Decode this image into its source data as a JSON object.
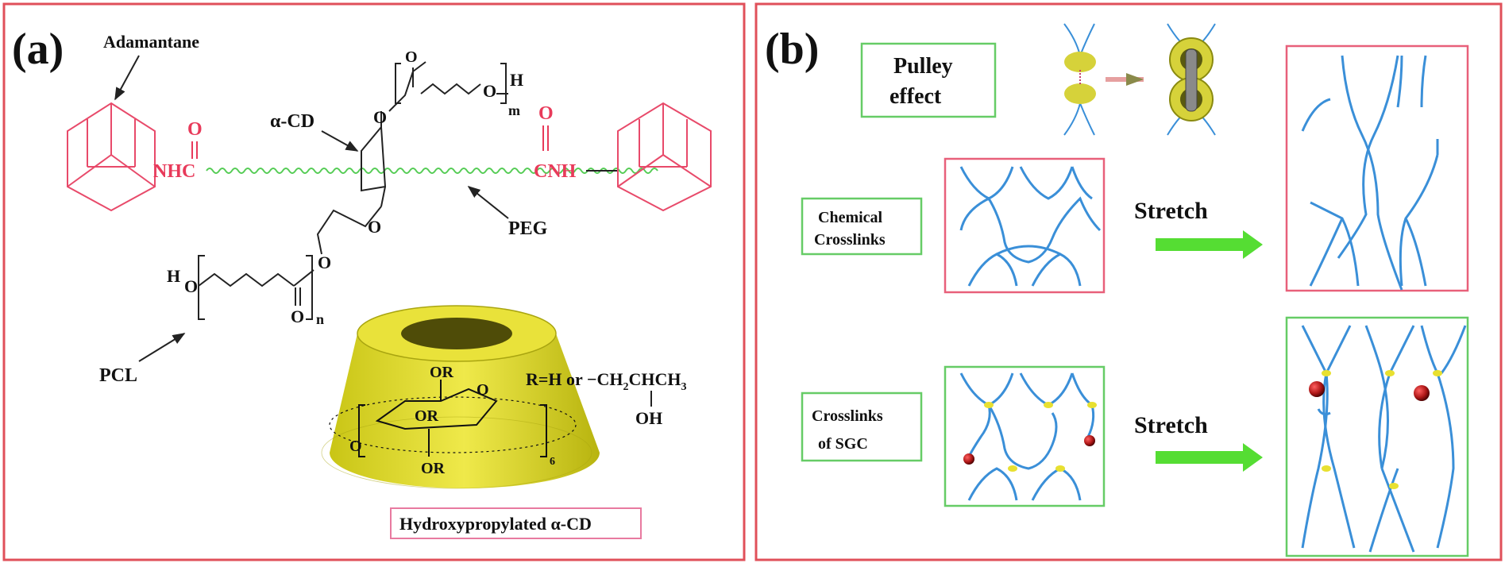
{
  "panel_a": {
    "tag": "(a)",
    "labels": {
      "adamantane": "Adamantane",
      "alpha_cd": "α-CD",
      "peg": "PEG",
      "pcl": "PCL"
    },
    "groups": {
      "nhc": "NHC",
      "cnh": "CNH",
      "o_left": "O",
      "o_right": "O",
      "h_top": "H",
      "m": "m",
      "h_left": "H",
      "n": "n"
    },
    "cd": {
      "r_def_main": "R=H or −CH",
      "r_def_sub": "2",
      "r_def_mid": "CHCH",
      "r_def_sub2": "3",
      "oh": "OH",
      "or": "OR",
      "repeat": "6"
    },
    "caption": "Hydroxypropylated α-CD"
  },
  "panel_b": {
    "tag": "(b)",
    "pulley": "Pulley\neffect",
    "pulley_line1": "Pulley",
    "pulley_line2": "effect",
    "chemical_line1": "Chemical",
    "chemical_line2": "Crosslinks",
    "sgc_line1": "Crosslinks",
    "sgc_line2": "of SGC",
    "stretch_top": "Stretch",
    "stretch_bottom": "Stretch"
  },
  "colors": {
    "panel_a_border": "#e0505a",
    "panel_b_border": "#e0505a",
    "chemical_frame": "#e8607a",
    "sgc_frame": "#66cc66",
    "strand": "#3a8fd8",
    "arrow": "#55dd33",
    "adamantane": "#e84a6a",
    "peg": "#55cc55",
    "ring_yellow": "#c8c81a",
    "end_cap": "#b01818"
  }
}
